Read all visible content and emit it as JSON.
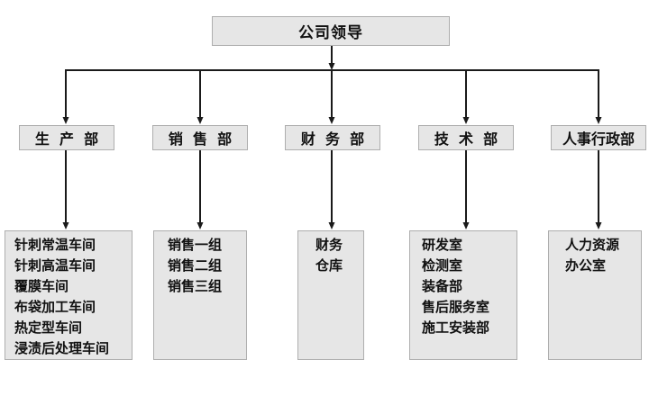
{
  "org": {
    "root": {
      "label": "公司领导"
    },
    "departments": [
      {
        "label": "生  产  部",
        "units": [
          "针刺常温车间",
          "针刺高温车间",
          "覆膜车间",
          "布袋加工车间",
          "热定型车间",
          "浸渍后处理车间"
        ]
      },
      {
        "label": "销  售  部",
        "units": [
          "销售一组",
          "销售二组",
          "销售三组"
        ]
      },
      {
        "label": "财  务  部",
        "units": [
          "财务",
          "仓库"
        ]
      },
      {
        "label": "技  术  部",
        "units": [
          "研发室",
          "检测室",
          "装备部",
          "售后服务室",
          "施工安装部"
        ]
      },
      {
        "label": "人事行政部",
        "units": [
          "人力资源",
          "办公室"
        ]
      }
    ],
    "colors": {
      "background": "#ffffff",
      "box_fill": "#e6e6e6",
      "box_border": "#aeaeae",
      "text": "#111111",
      "line": "#1a1a1a"
    }
  }
}
